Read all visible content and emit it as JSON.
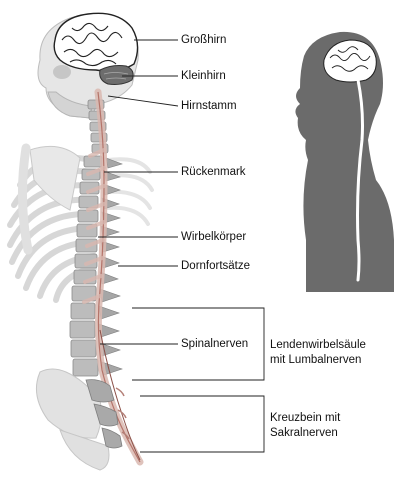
{
  "labels": {
    "grosshirn": "Großhirn",
    "kleinhirn": "Kleinhirn",
    "hirnstamm": "Hirnstamm",
    "rueckenmark": "Rückenmark",
    "wirbelkoerper": "Wirbelkörper",
    "dornfortsaetze": "Dornfortsätze",
    "spinalnerven": "Spinalnerven",
    "lendenwirbelsaeule_line1": "Lendenwirbelsäule",
    "lendenwirbelsaeule_line2": "mit Lumbalnerven",
    "kreuzbein_line1": "Kreuzbein mit",
    "kreuzbein_line2": "Sakralnerven"
  },
  "colors": {
    "bone": "#dcdcdc",
    "bone_dark": "#9a9a9a",
    "silhouette": "#6b6b6b",
    "spinal_cord": "#d9b8b0",
    "brain": "#ffffff"
  }
}
